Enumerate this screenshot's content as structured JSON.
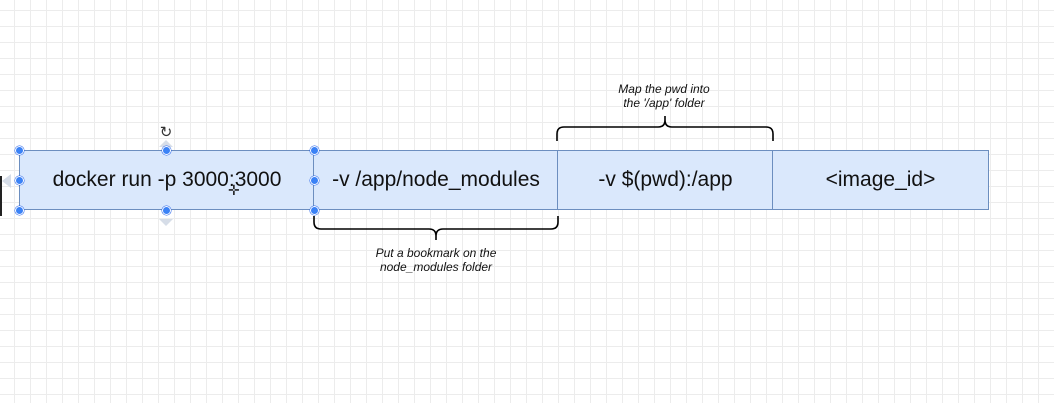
{
  "diagram": {
    "cells": [
      {
        "label": "docker run -p 3000:3000"
      },
      {
        "label": "-v /app/node_modules"
      },
      {
        "label": "-v $(pwd):/app"
      },
      {
        "label": "<image_id>"
      }
    ],
    "annotations": {
      "top": {
        "line1": "Map the pwd into",
        "line2": "the '/app' folder"
      },
      "bottom": {
        "line1": "Put a bookmark on the",
        "line2": "node_modules folder"
      }
    }
  },
  "colors": {
    "cell_fill": "#dae8fc",
    "cell_border": "#6c8ebf",
    "selection_handle": "#3b82f6"
  },
  "icons": {
    "rotate": "rotate-icon",
    "cursor": "move-cursor-icon"
  }
}
